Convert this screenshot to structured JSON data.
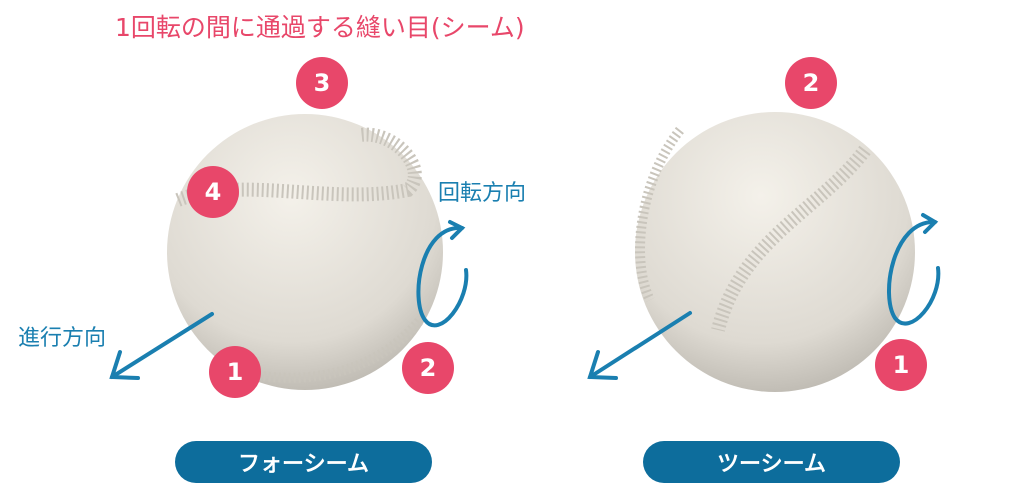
{
  "title": "1回転の間に通過する縫い目(シーム)",
  "labels": {
    "rotation_direction": "回転方向",
    "travel_direction": "進行方向"
  },
  "four_seam": {
    "name": "フォーシーム",
    "badges": [
      "1",
      "2",
      "3",
      "4"
    ]
  },
  "two_seam": {
    "name": "ツーシーム",
    "badges": [
      "1",
      "2"
    ]
  },
  "colors": {
    "accent_pink": "#e8476a",
    "accent_blue": "#1a7fb0",
    "pill": "#0d6d9c",
    "ball": "#e9e6df"
  }
}
